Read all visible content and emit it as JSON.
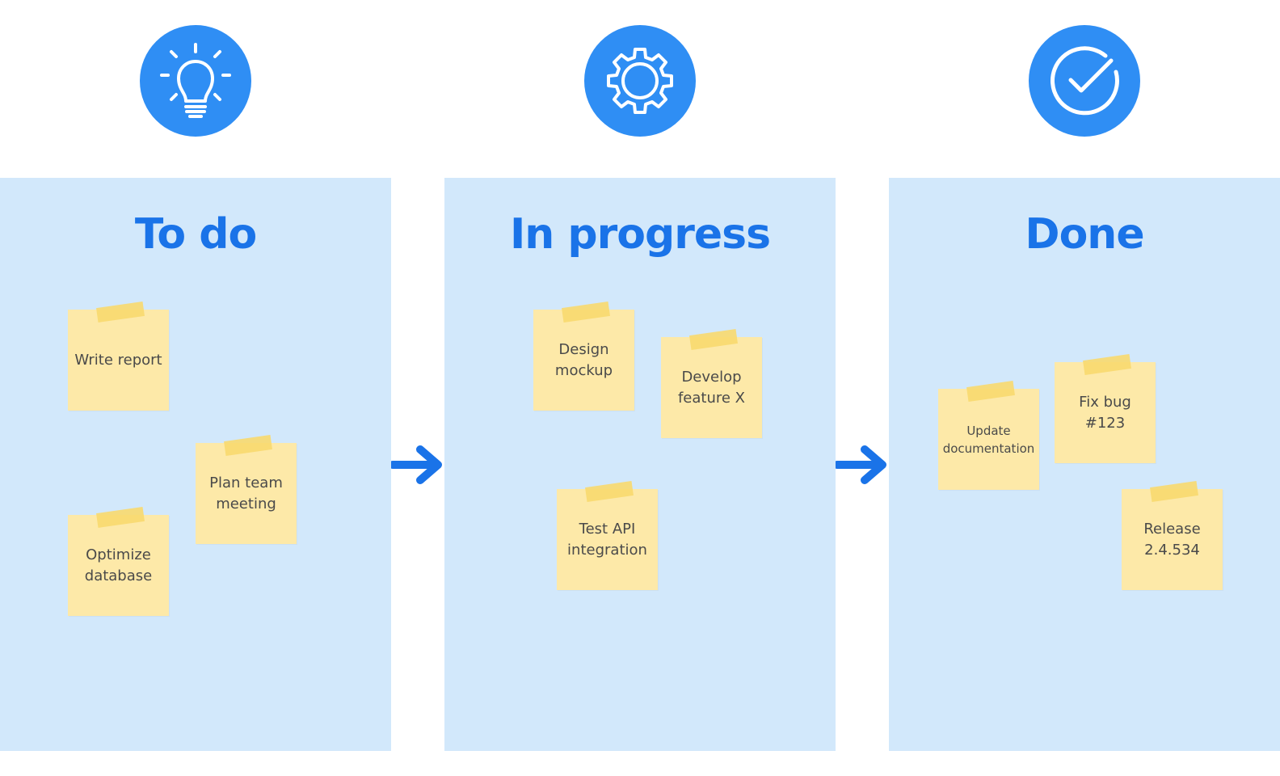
{
  "colors": {
    "icon_circle": "#2f8ef4",
    "column_background": "#d2e8fb",
    "title": "#1a73e8",
    "note": "#fde9a8",
    "note_tape": "#f8d96e",
    "arrow": "#1a73e8"
  },
  "icons": [
    "lightbulb-icon",
    "gear-icon",
    "checkmark-circle-icon"
  ],
  "columns": [
    {
      "title": "To do",
      "notes": [
        "Write report",
        "Plan team meeting",
        "Optimize database"
      ]
    },
    {
      "title": "In progress",
      "notes": [
        "Design mockup",
        "Develop feature X",
        "Test API integration"
      ]
    },
    {
      "title": "Done",
      "notes": [
        "Update documentation",
        "Fix bug #123",
        "Release 2.4.534"
      ]
    }
  ]
}
